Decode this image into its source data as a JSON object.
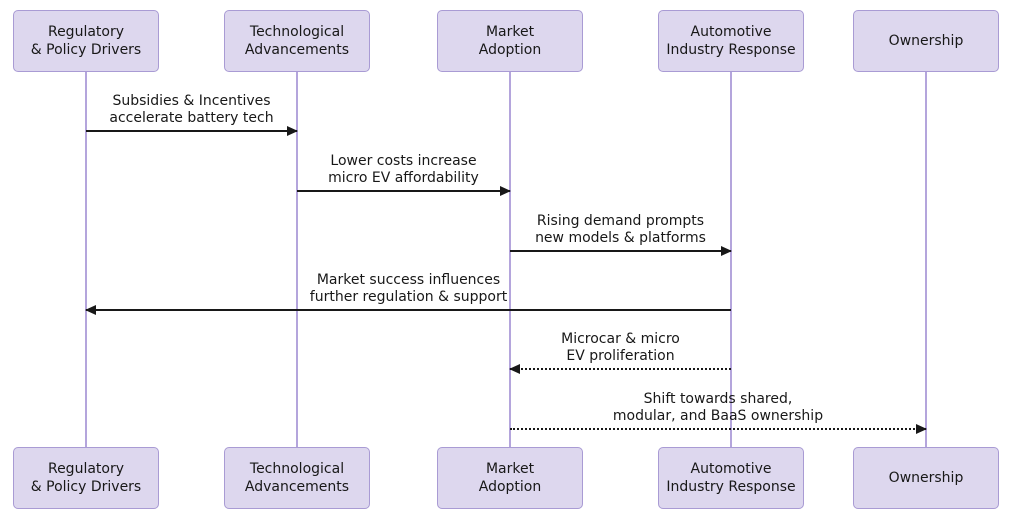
{
  "diagram": {
    "type": "sequence-diagram",
    "topic": "Micro EV ecosystem feedback loop",
    "colors": {
      "ink": "#181818",
      "actor_fill": "#ddd7ee",
      "actor_border": "#a99bd4",
      "lifeline": "#b4a5dc",
      "background": "#ffffff"
    },
    "actors": [
      {
        "label": "Regulatory\n& Policy Drivers"
      },
      {
        "label": "Technological\nAdvancements"
      },
      {
        "label": "Market\nAdoption"
      },
      {
        "label": "Automotive\nIndustry Response"
      },
      {
        "label": "Ownership"
      }
    ],
    "messages": [
      {
        "from": "Regulatory & Policy Drivers",
        "to": "Technological Advancements",
        "line": "solid",
        "direction": "right",
        "text": "Subsidies & Incentives\naccelerate battery tech"
      },
      {
        "from": "Technological Advancements",
        "to": "Market Adoption",
        "line": "solid",
        "direction": "right",
        "text": "Lower costs increase\nmicro EV affordability"
      },
      {
        "from": "Market Adoption",
        "to": "Automotive Industry Response",
        "line": "solid",
        "direction": "right",
        "text": "Rising demand prompts\nnew models & platforms"
      },
      {
        "from": "Automotive Industry Response",
        "to": "Regulatory & Policy Drivers",
        "line": "solid",
        "direction": "left",
        "text": "Market success influences\nfurther regulation & support"
      },
      {
        "from": "Automotive Industry Response",
        "to": "Market Adoption",
        "line": "dotted",
        "direction": "left",
        "text": "Microcar & micro\nEV proliferation"
      },
      {
        "from": "Market Adoption",
        "to": "Ownership",
        "line": "dotted",
        "direction": "right",
        "text": "Shift towards shared,\nmodular, and BaaS ownership"
      }
    ]
  }
}
